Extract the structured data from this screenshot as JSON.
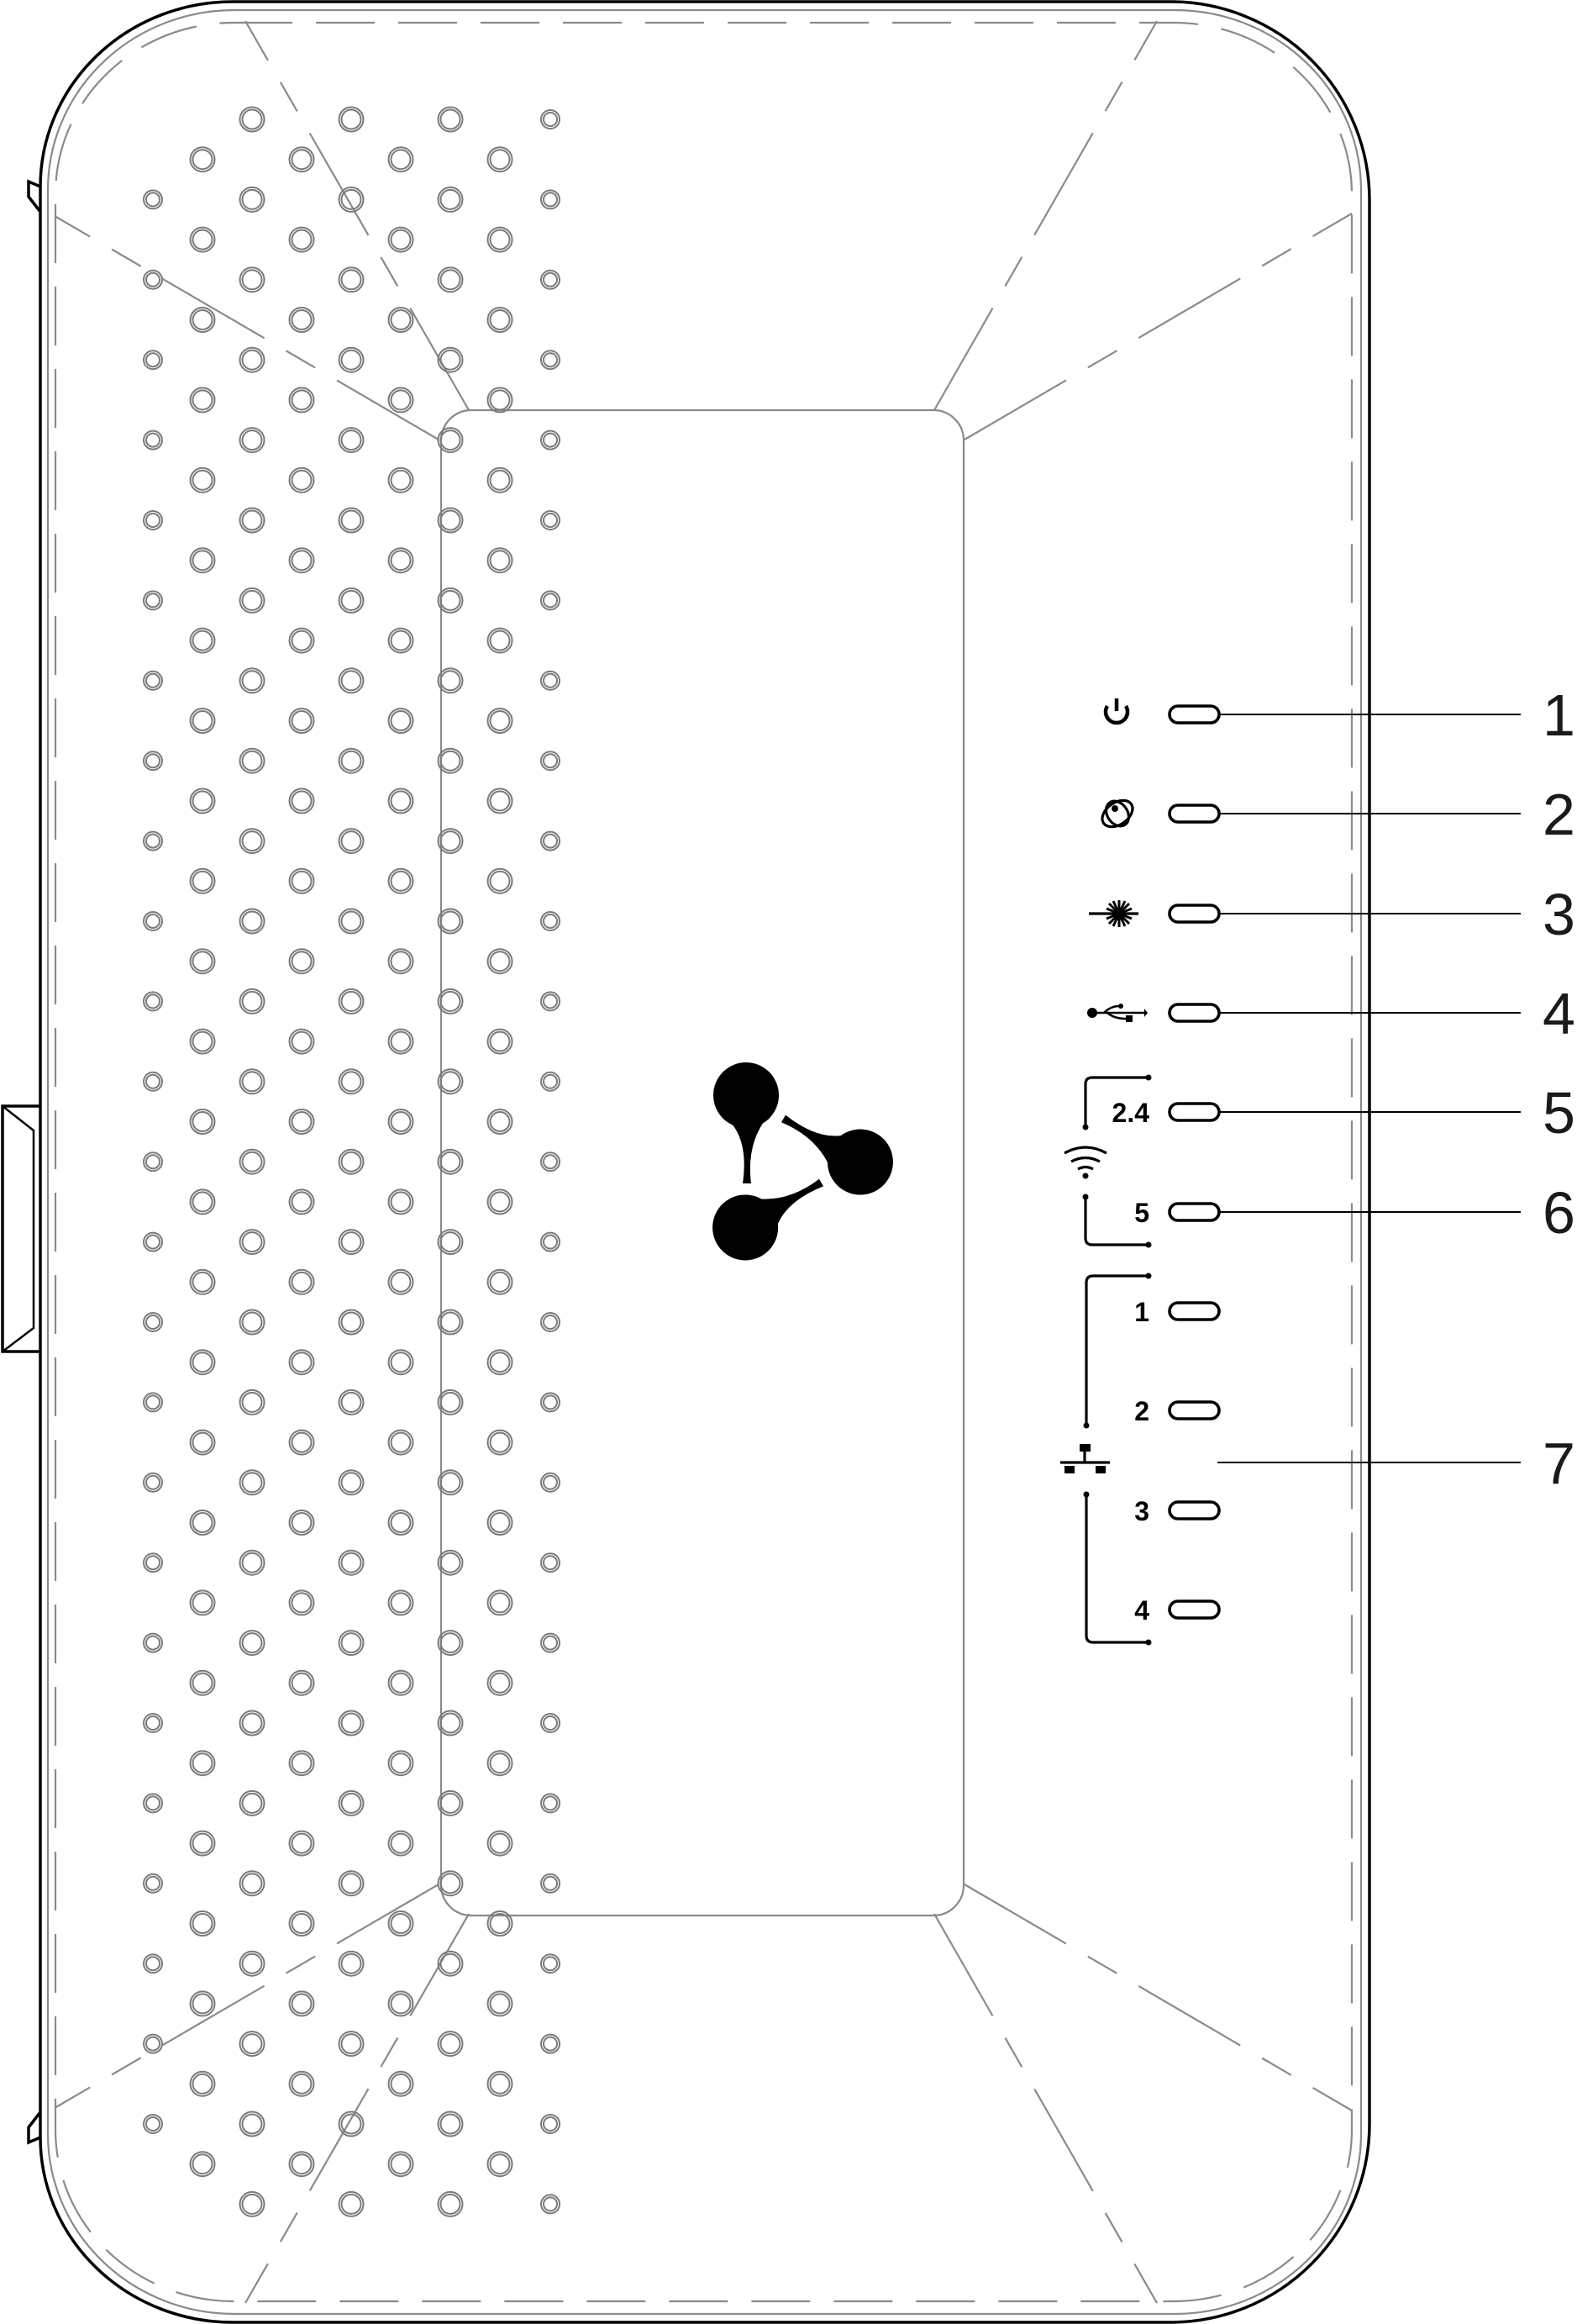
{
  "device": {
    "indicators": [
      {
        "callout": "1",
        "icon": "power-icon",
        "label": ""
      },
      {
        "callout": "2",
        "icon": "internet-globe-icon",
        "label": ""
      },
      {
        "callout": "3",
        "icon": "laser-optical-icon",
        "label": ""
      },
      {
        "callout": "4",
        "icon": "usb-icon",
        "label": ""
      },
      {
        "callout": "5",
        "icon": "wifi-icon",
        "label": "2.4"
      },
      {
        "callout": "6",
        "icon": "wifi-icon",
        "label": "5"
      }
    ],
    "lan": {
      "callout": "7",
      "icon": "ethernet-icon",
      "ports": [
        "1",
        "2",
        "3",
        "4"
      ]
    }
  }
}
